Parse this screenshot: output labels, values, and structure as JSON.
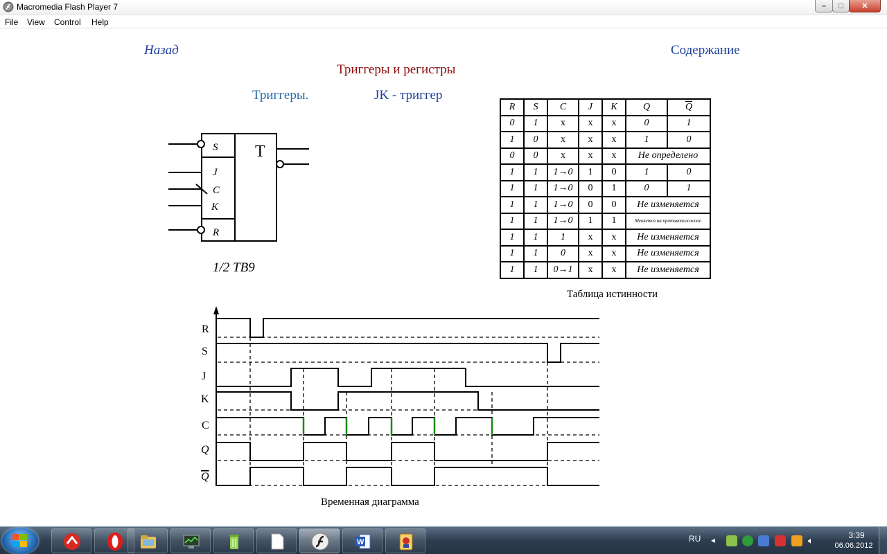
{
  "window": {
    "title": "Macromedia Flash Player 7",
    "controls": {
      "minimize": "–",
      "maximize": "□",
      "close": "✕"
    }
  },
  "menu": [
    "File",
    "View",
    "Control",
    "Help"
  ],
  "nav": {
    "back": "Назад",
    "contents": "Содержание"
  },
  "heading": {
    "title": "Триггеры и регистры",
    "section": "Триггеры.",
    "topic": "JK - триггер"
  },
  "symbol": {
    "label": "T",
    "inputs": [
      "S",
      "J",
      "C",
      "K",
      "R"
    ],
    "caption": "1/2 ТВ9"
  },
  "truth_table": {
    "headers": [
      "R",
      "S",
      "C",
      "J",
      "K",
      "Q",
      "Q"
    ],
    "rows": [
      [
        "0",
        "1",
        "x",
        "x",
        "x",
        "0",
        "1"
      ],
      [
        "1",
        "0",
        "x",
        "x",
        "x",
        "1",
        "0"
      ],
      [
        "0",
        "0",
        "x",
        "x",
        "x",
        "Не определено"
      ],
      [
        "1",
        "1",
        "1→0",
        "1",
        "0",
        "1",
        "0"
      ],
      [
        "1",
        "1",
        "1→0",
        "0",
        "1",
        "0",
        "1"
      ],
      [
        "1",
        "1",
        "1→0",
        "0",
        "0",
        "Не изменяется"
      ],
      [
        "1",
        "1",
        "1→0",
        "1",
        "1",
        "Меняется на противоположное"
      ],
      [
        "1",
        "1",
        "1",
        "x",
        "x",
        "Не изменяется"
      ],
      [
        "1",
        "1",
        "0",
        "x",
        "x",
        "Не изменяется"
      ],
      [
        "1",
        "1",
        "0→1",
        "x",
        "x",
        "Не изменяется"
      ]
    ],
    "caption": "Таблица истинности"
  },
  "timing": {
    "signals": [
      "R",
      "S",
      "J",
      "K",
      "C",
      "Q",
      "Q"
    ],
    "caption": "Временная диаграмма"
  },
  "taskbar": {
    "apps": [
      "start-orb",
      "vivaldi-like-app",
      "opera",
      "explorer",
      "task-manager",
      "recycle-tool",
      "notepad",
      "flash-player",
      "word",
      "card-game"
    ],
    "language": "RU",
    "time": "3:39",
    "date": "06.06.2012"
  },
  "colors": {
    "nav": "#1f3f9a",
    "title": "#8a1010",
    "section": "#246aa8",
    "clock_edge": "#1a8a1a"
  }
}
